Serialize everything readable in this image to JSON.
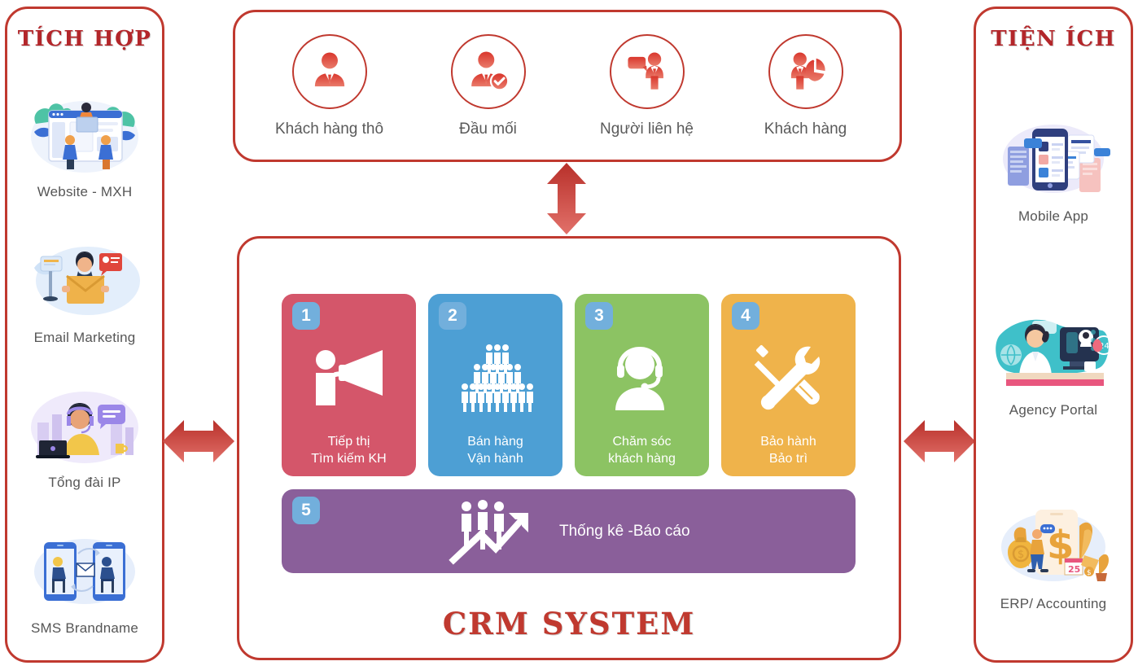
{
  "left_sidebar": {
    "title": "TÍCH HỢP",
    "items": [
      {
        "label": "Website - MXH",
        "icon": "website-illustration"
      },
      {
        "label": "Email Marketing",
        "icon": "email-illustration"
      },
      {
        "label": "Tổng đài IP",
        "icon": "call-center-illustration"
      },
      {
        "label": "SMS Brandname",
        "icon": "sms-illustration"
      }
    ]
  },
  "right_sidebar": {
    "title": "TIỆN ÍCH",
    "items": [
      {
        "label": "Mobile App",
        "icon": "mobile-app-illustration"
      },
      {
        "label": "Agency Portal",
        "icon": "agency-portal-illustration"
      },
      {
        "label": "ERP/ Accounting",
        "icon": "erp-accounting-illustration"
      }
    ]
  },
  "top_panel": {
    "items": [
      {
        "label": "Khách hàng thô",
        "icon": "person-suit-icon"
      },
      {
        "label": "Đầu mối",
        "icon": "person-check-icon"
      },
      {
        "label": "Người liên hệ",
        "icon": "person-speech-icon"
      },
      {
        "label": "Khách hàng",
        "icon": "person-piechart-icon"
      }
    ]
  },
  "crm_panel": {
    "title": "CRM SYSTEM",
    "cards": [
      {
        "number": "1",
        "line1": "Tiếp thị",
        "line2": "Tìm kiếm KH",
        "color": "#d4566a",
        "icon": "megaphone-icon"
      },
      {
        "number": "2",
        "line1": "Bán hàng",
        "line2": "Vận hành",
        "color": "#4d9fd4",
        "icon": "people-pyramid-icon"
      },
      {
        "number": "3",
        "line1": "Chăm sóc",
        "line2": "khách hàng",
        "color": "#8cc363",
        "icon": "headset-agent-icon"
      },
      {
        "number": "4",
        "line1": "Bảo hành",
        "line2": "Bảo trì",
        "color": "#efb34b",
        "icon": "wrench-screwdriver-icon"
      }
    ],
    "wide_card": {
      "number": "5",
      "label": "Thống kê -Báo cáo",
      "color": "#8a5f9a",
      "icon": "people-growth-chart-icon"
    }
  },
  "arrows": {
    "vertical": "double-arrow-vertical",
    "left": "double-arrow-horizontal",
    "right": "double-arrow-horizontal",
    "color": "#c0392f"
  },
  "theme": {
    "border_red": "#c0392f",
    "title_red": "#b3262a",
    "badge_blue": "#72afdc",
    "label_gray": "#565656"
  }
}
